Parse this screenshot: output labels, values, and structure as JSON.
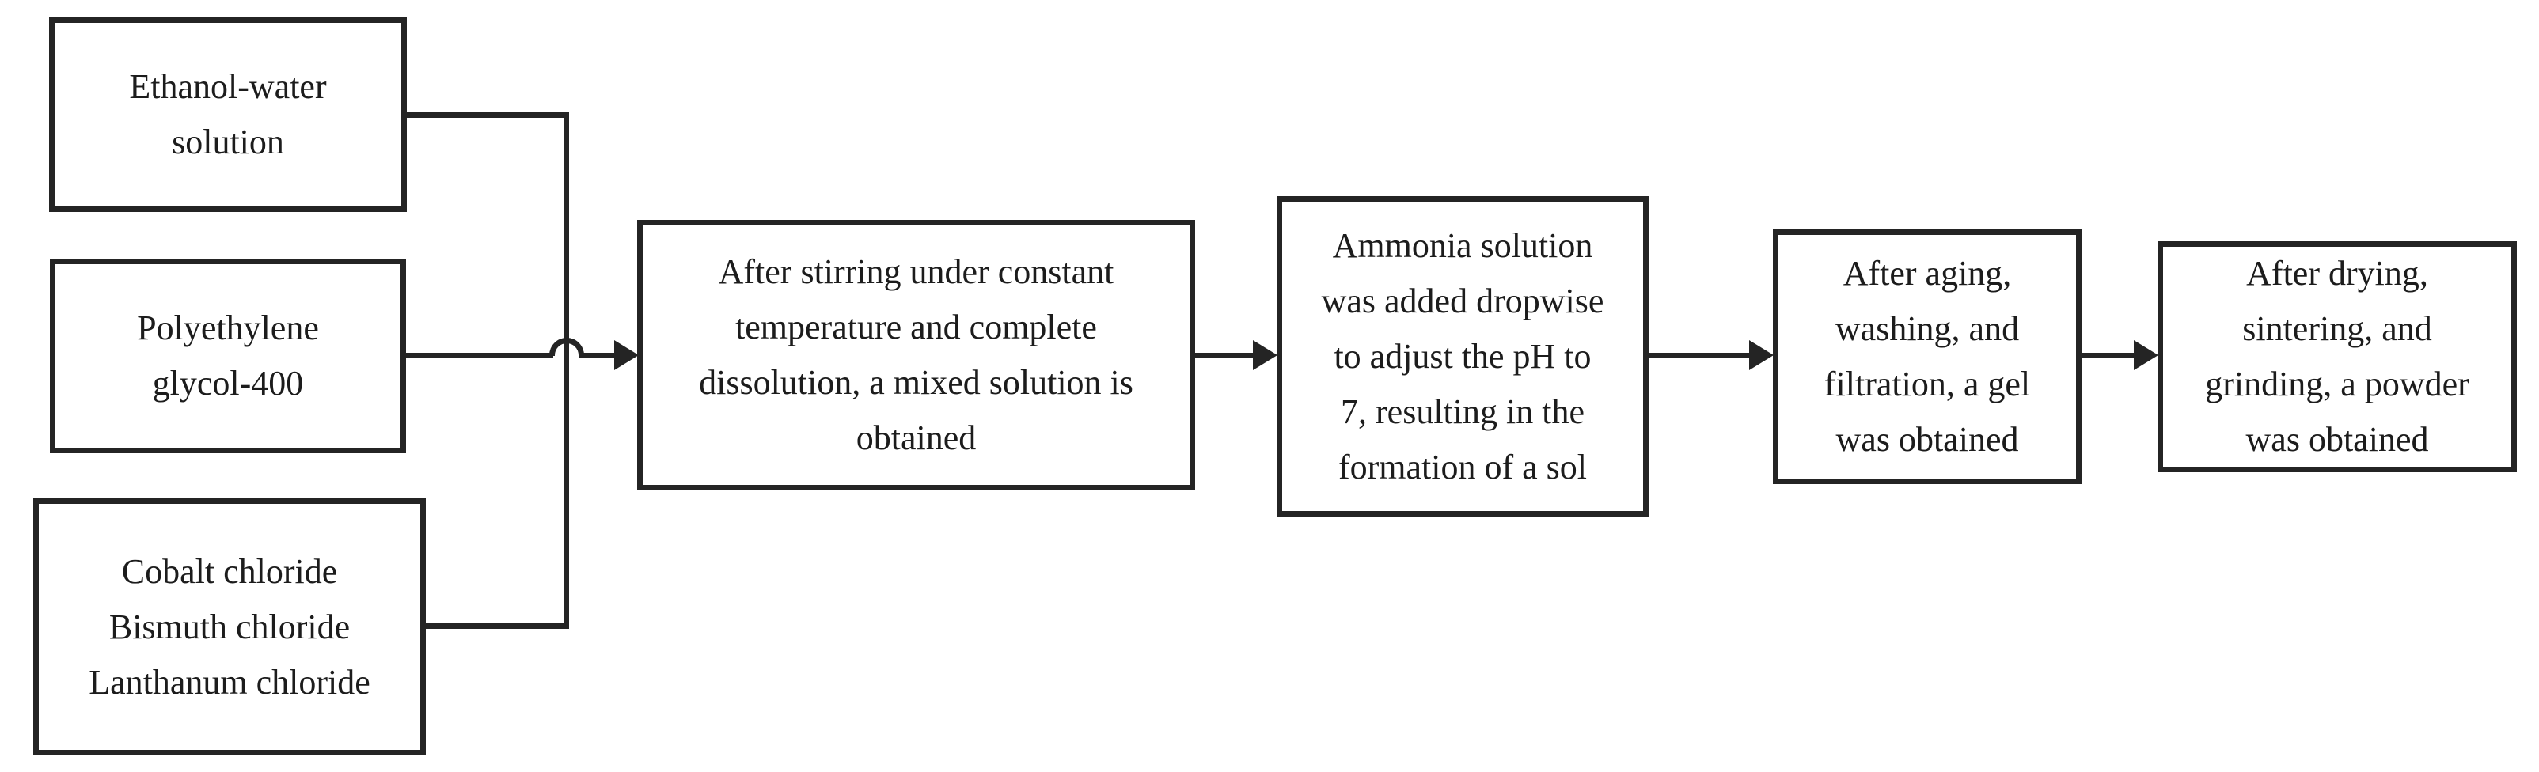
{
  "diagram": {
    "type": "flowchart",
    "background_color": "#ffffff",
    "line_color": "#242424",
    "text_color": "#1c1c1c",
    "boxes": {
      "ethanol": {
        "text": "Ethanol-water\nsolution"
      },
      "peg": {
        "text": "Polyethylene\nglycol-400"
      },
      "chlorides": {
        "text": "Cobalt chloride\nBismuth chloride\nLanthanum chloride"
      },
      "stirring": {
        "text": "After stirring under constant\ntemperature and complete\ndissolution, a mixed solution is\nobtained"
      },
      "ammonia": {
        "text": "Ammonia solution\nwas added dropwise\nto adjust the pH to\n7, resulting in the\nformation of a sol"
      },
      "gel": {
        "text": "After aging,\nwashing, and\nfiltration, a gel\nwas obtained"
      },
      "powder": {
        "text": "After drying,\nsintering, and\ngrinding, a powder\nwas obtained"
      }
    },
    "flow": [
      "ethanol + peg + chlorides -> stirring",
      "stirring -> ammonia",
      "ammonia -> gel",
      "gel -> powder"
    ]
  }
}
